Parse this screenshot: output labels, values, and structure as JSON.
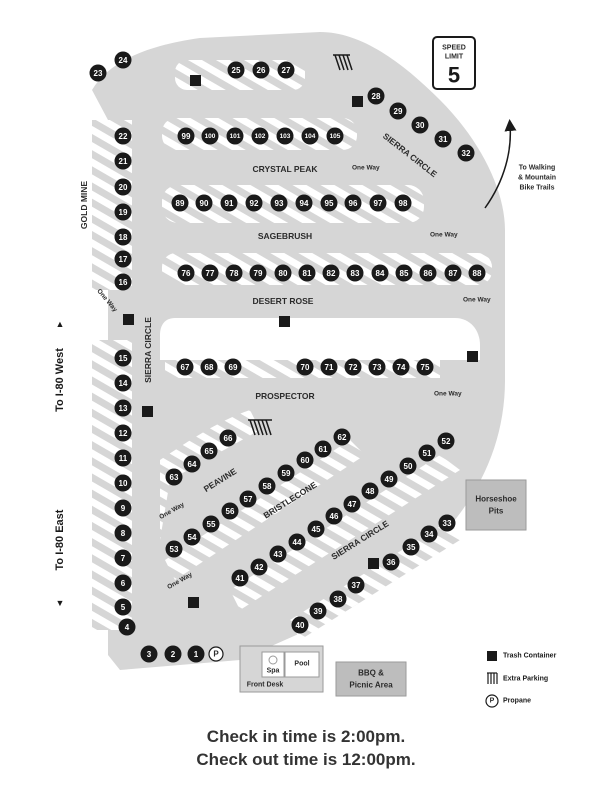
{
  "speed_sign": {
    "line1": "SPEED",
    "line2": "LIMIT",
    "value": "5"
  },
  "streets": {
    "crystal_peak": "CRYSTAL PEAK",
    "sagebrush": "SAGEBRUSH",
    "desert_rose": "DESERT ROSE",
    "prospector": "PROSPECTOR",
    "peavine": "PEAVINE",
    "bristlecone": "BRISTLECONE",
    "sierra_circle": "SIERRA CIRCLE",
    "gold_mine": "GOLD MINE"
  },
  "one_way": "One Way",
  "directions": {
    "trails": [
      "To Walking",
      "& Mountain",
      "Bike Trails"
    ],
    "west": "To I-80 West",
    "east": "To I-80 East"
  },
  "facilities": {
    "horseshoe": [
      "Horseshoe",
      "Pits"
    ],
    "spa": "Spa",
    "pool": "Pool",
    "front_desk": "Front Desk",
    "bbq": [
      "BBQ &",
      "Picnic Area"
    ]
  },
  "legend": {
    "trash": "Trash Container",
    "parking": "Extra Parking",
    "propane": "Propane",
    "propane_symbol": "P"
  },
  "footer": {
    "checkin": "Check in time is 2:00pm.",
    "checkout": "Check out time is 12:00pm."
  },
  "sites": [
    {
      "n": "1"
    },
    {
      "n": "2"
    },
    {
      "n": "3"
    },
    {
      "n": "4"
    },
    {
      "n": "5"
    },
    {
      "n": "6"
    },
    {
      "n": "7"
    },
    {
      "n": "8"
    },
    {
      "n": "9"
    },
    {
      "n": "10"
    },
    {
      "n": "11"
    },
    {
      "n": "12"
    },
    {
      "n": "13"
    },
    {
      "n": "14"
    },
    {
      "n": "15"
    },
    {
      "n": "16"
    },
    {
      "n": "17"
    },
    {
      "n": "18"
    },
    {
      "n": "19"
    },
    {
      "n": "20"
    },
    {
      "n": "21"
    },
    {
      "n": "22"
    },
    {
      "n": "23"
    },
    {
      "n": "24"
    },
    {
      "n": "25"
    },
    {
      "n": "26"
    },
    {
      "n": "27"
    },
    {
      "n": "28"
    },
    {
      "n": "29"
    },
    {
      "n": "30"
    },
    {
      "n": "31"
    },
    {
      "n": "32"
    },
    {
      "n": "35"
    },
    {
      "n": "36"
    },
    {
      "n": "37"
    },
    {
      "n": "38"
    },
    {
      "n": "39"
    },
    {
      "n": "40"
    },
    {
      "n": "41"
    },
    {
      "n": "42"
    },
    {
      "n": "43"
    },
    {
      "n": "44"
    },
    {
      "n": "45"
    },
    {
      "n": "46"
    },
    {
      "n": "47"
    },
    {
      "n": "48"
    },
    {
      "n": "49"
    },
    {
      "n": "50"
    },
    {
      "n": "51"
    },
    {
      "n": "52"
    },
    {
      "n": "53"
    },
    {
      "n": "54"
    },
    {
      "n": "55"
    },
    {
      "n": "56"
    },
    {
      "n": "57"
    },
    {
      "n": "58"
    },
    {
      "n": "59"
    },
    {
      "n": "60"
    },
    {
      "n": "61"
    },
    {
      "n": "62"
    },
    {
      "n": "63"
    },
    {
      "n": "64"
    },
    {
      "n": "65"
    },
    {
      "n": "66"
    },
    {
      "n": "67"
    },
    {
      "n": "68"
    },
    {
      "n": "69"
    },
    {
      "n": "70"
    },
    {
      "n": "71"
    },
    {
      "n": "72"
    },
    {
      "n": "73"
    },
    {
      "n": "74"
    },
    {
      "n": "75"
    },
    {
      "n": "76"
    },
    {
      "n": "77"
    },
    {
      "n": "78"
    },
    {
      "n": "79"
    },
    {
      "n": "80"
    },
    {
      "n": "81"
    },
    {
      "n": "82"
    },
    {
      "n": "83"
    },
    {
      "n": "84"
    },
    {
      "n": "85"
    },
    {
      "n": "86"
    },
    {
      "n": "87"
    },
    {
      "n": "88"
    },
    {
      "n": "89"
    },
    {
      "n": "90"
    },
    {
      "n": "91"
    },
    {
      "n": "92"
    },
    {
      "n": "93"
    },
    {
      "n": "94"
    },
    {
      "n": "95"
    },
    {
      "n": "96"
    },
    {
      "n": "97"
    },
    {
      "n": "98"
    },
    {
      "n": "99"
    },
    {
      "n": "100"
    },
    {
      "n": "101"
    },
    {
      "n": "102"
    },
    {
      "n": "103"
    },
    {
      "n": "104"
    },
    {
      "n": "105"
    },
    {
      "n": "33"
    },
    {
      "n": "34"
    }
  ],
  "colors": {
    "road": "#d6d6d6",
    "site": "#1a1a1a",
    "stripe": "#ffffff"
  }
}
